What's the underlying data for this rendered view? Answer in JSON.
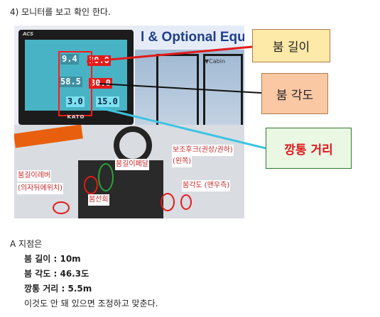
{
  "step_title": "4) 모니터를 보고 확인 한다.",
  "photo": {
    "banner_text": "l & Optional Equipm",
    "cabin_label": "▼Cabin",
    "monitor_brand": "ACS",
    "monitor_maker": "KATO",
    "readouts": {
      "boom_length": "9.4",
      "load_red": "30.0",
      "boom_angle": "58.5",
      "angle_red": "30.0",
      "radius_left": "3.0",
      "radius_right": "15.0"
    },
    "labels": {
      "pedal": "붐길이페달",
      "aux_hook": "보조후크(권상/권하)",
      "left_side": "(왼쪽)",
      "lever_line1": "붐길이레버",
      "lever_line2": "(의자뒤에위치)",
      "slewing": "붐선회",
      "angle_far_right": "붐각도 (맨우측)"
    }
  },
  "callouts": {
    "boom_length": "붐 길이",
    "boom_angle": "붐 각도",
    "radius": "깡통 거리"
  },
  "colors": {
    "accent_red": "#e0161d",
    "callout_yellow": "#fde9a8",
    "callout_orange": "#fbc8a4",
    "callout_green": "#eaf7e2",
    "line_red": "#e21b1b",
    "line_cyan": "#3fc4e0"
  },
  "note": {
    "intro": "A 지점은",
    "lines": [
      {
        "label": "붐 길이",
        "value": "10m"
      },
      {
        "label": "붐 각도",
        "value": "46.3도"
      },
      {
        "label": "깡통 거리",
        "value": "5.5m"
      }
    ],
    "separator": " : ",
    "closing": "이것도 안 돼 있으면 조정하고 맞춘다."
  }
}
